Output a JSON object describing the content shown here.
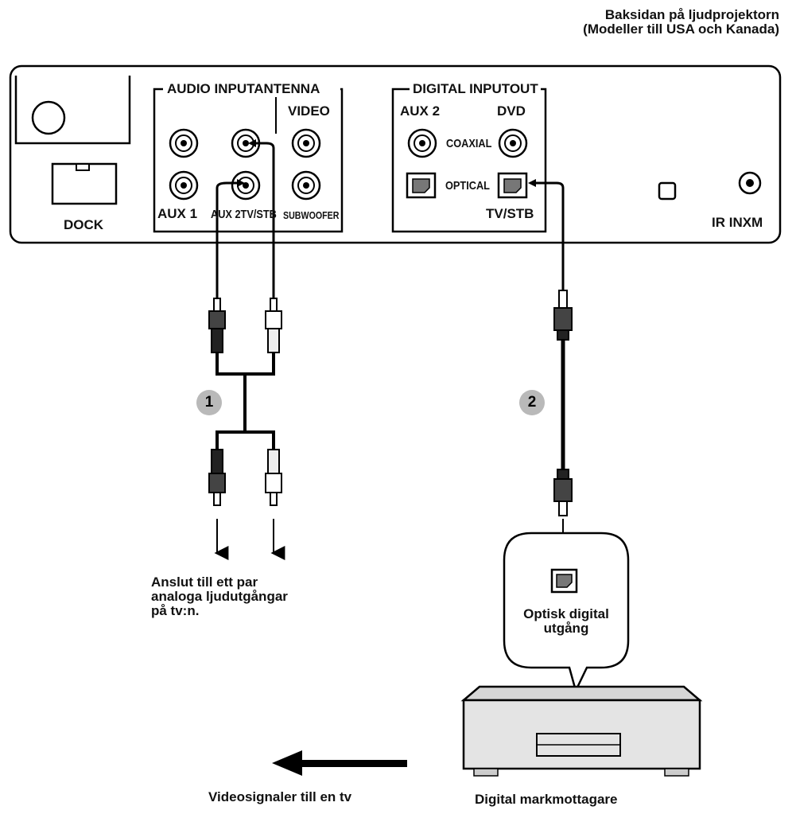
{
  "title": {
    "line1": "Baksidan på ljudprojektorn",
    "line2": "(Modeller till USA och Kanada)"
  },
  "panel": {
    "audio_input_label": "AUDIO INPUTANTENNA",
    "video_label": "VIDEO",
    "aux1_label": "AUX 1",
    "tvstb_audio_label": "AUX 2TV/STB",
    "subwoofer_label": "SUBWOOFER",
    "dock_label": "DOCK",
    "digital_input_label": "DIGITAL INPUTOUT",
    "aux2_label": "AUX 2",
    "dvd_label": "DVD",
    "coaxial_label": "COAXIAL",
    "optical_label": "OPTICAL",
    "tvstb_digital_label": "TV/STB",
    "ir_label": "IR INXM"
  },
  "steps": {
    "step1": "1",
    "step2": "2"
  },
  "notes": {
    "analog_line1": "Anslut till ett par",
    "analog_line2": "analoga ljudutgångar",
    "analog_line3": "på tv:n.",
    "optical_line1": "Optisk digital",
    "optical_line2": "utgång",
    "video_signal": "Videosignaler till en tv",
    "receiver": "Digital markmottagare"
  }
}
